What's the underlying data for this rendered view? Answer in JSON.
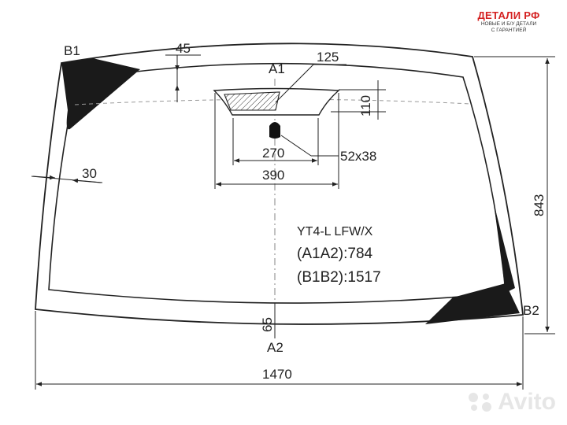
{
  "brand": {
    "name": "ДЕТАЛИ РФ",
    "tagline_1": "НОВЫЕ И Б/У ДЕТАЛИ",
    "tagline_2": "С ГАРАНТИЕЙ"
  },
  "labels": {
    "b1": "B1",
    "b2": "B2",
    "a1": "A1",
    "a2": "A2"
  },
  "dimensions": {
    "top_margin": "45",
    "sensor_width": "125",
    "sensor_height": "110",
    "inner_width": "270",
    "outer_width": "390",
    "mirror_size": "52x38",
    "side_margin": "30",
    "total_height": "843",
    "bottom_margin": "65",
    "total_width": "1470"
  },
  "info": {
    "code": "YT4-L LFW/X",
    "a1a2": "(A1A2):784",
    "b1b2": "(B1B2):1517"
  },
  "watermark": {
    "text": "Avito"
  },
  "colors": {
    "brand_red": "#d42020",
    "line": "#222222",
    "watermark": "#e6e6e6"
  }
}
